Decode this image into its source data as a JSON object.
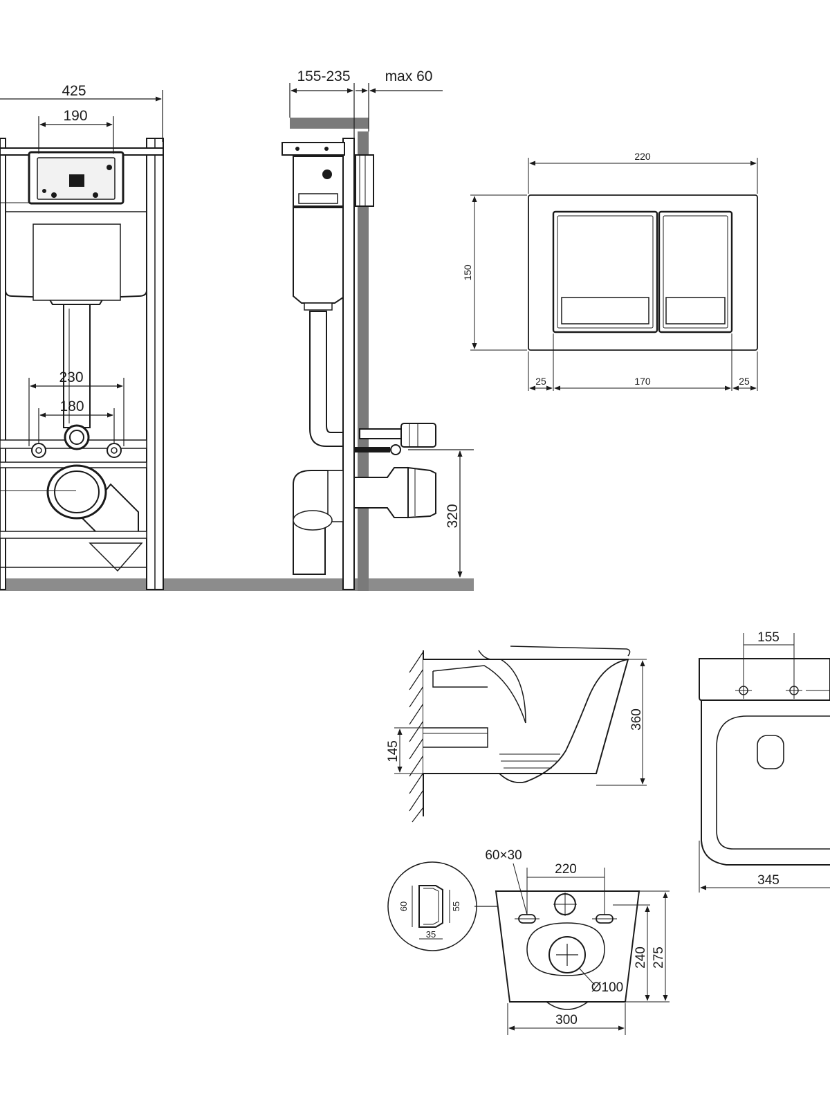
{
  "colors": {
    "line": "#1a1a1a",
    "floor": "#8c8c8c",
    "wall": "#7a7a7a",
    "panel": "#bdbdbd"
  },
  "frame_front": {
    "width": "425",
    "flush_plate_width": "190",
    "fixing_spacing_outer": "230",
    "fixing_spacing_inner": "180"
  },
  "frame_side": {
    "depth_range": "155-235",
    "max_offset": "max 60",
    "outlet_height": "320"
  },
  "flush_plate": {
    "width": "220",
    "height": "150",
    "margin_left": "25",
    "inner_width": "170",
    "margin_right": "25"
  },
  "bowl_side": {
    "height": "360",
    "outlet_height": "145"
  },
  "bowl_top": {
    "fixing_spacing": "155",
    "width": "345"
  },
  "bowl_rear": {
    "slot_size": "60×30",
    "fixing_spacing": "220",
    "detail_height_outer": "60",
    "detail_height_inner": "55",
    "detail_width": "35",
    "height_inner": "240",
    "height_outer": "275",
    "pipe_diameter": "Ø100",
    "width": "300"
  }
}
